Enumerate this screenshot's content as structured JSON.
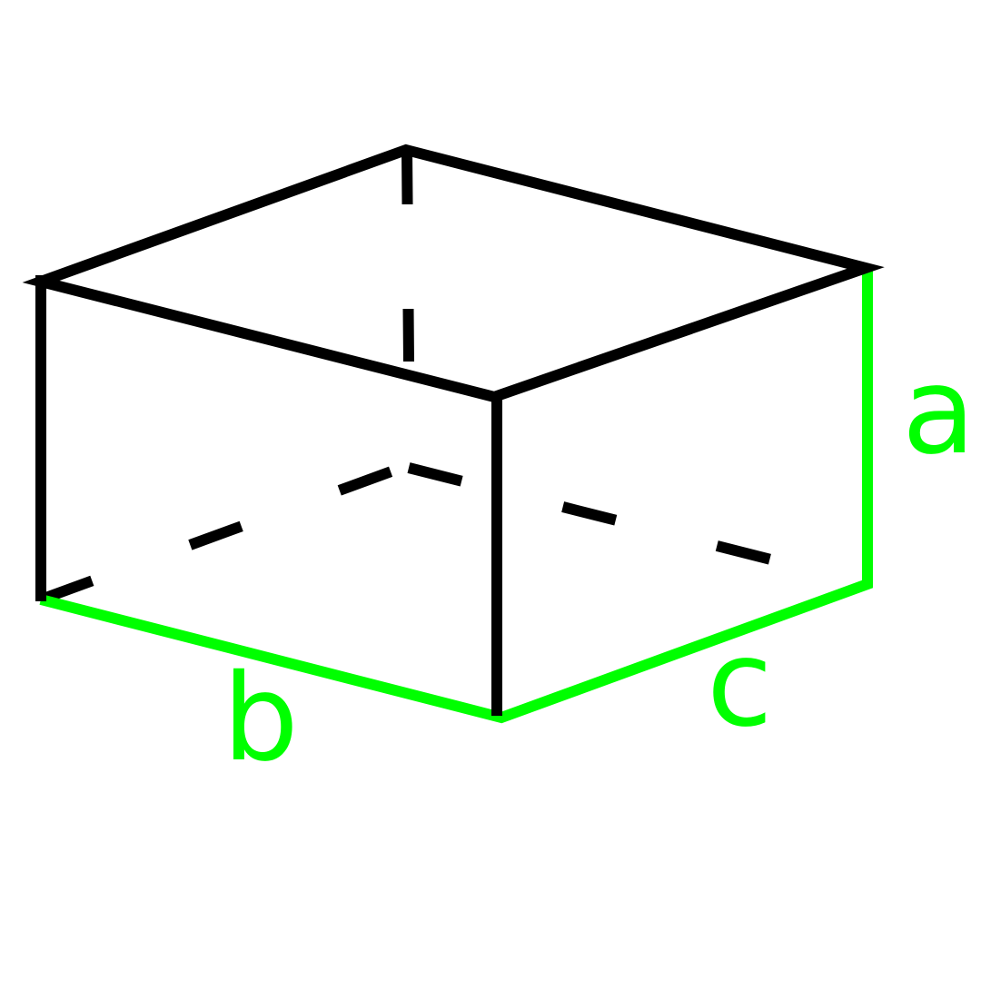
{
  "labels": {
    "a": "a",
    "b": "b",
    "c": "c"
  },
  "colors": {
    "visible_edges": "#000000",
    "hidden_edges": "#000000",
    "highlighted_edges": "#00ff00",
    "labels": "#00ff00",
    "background": "#ffffff"
  }
}
